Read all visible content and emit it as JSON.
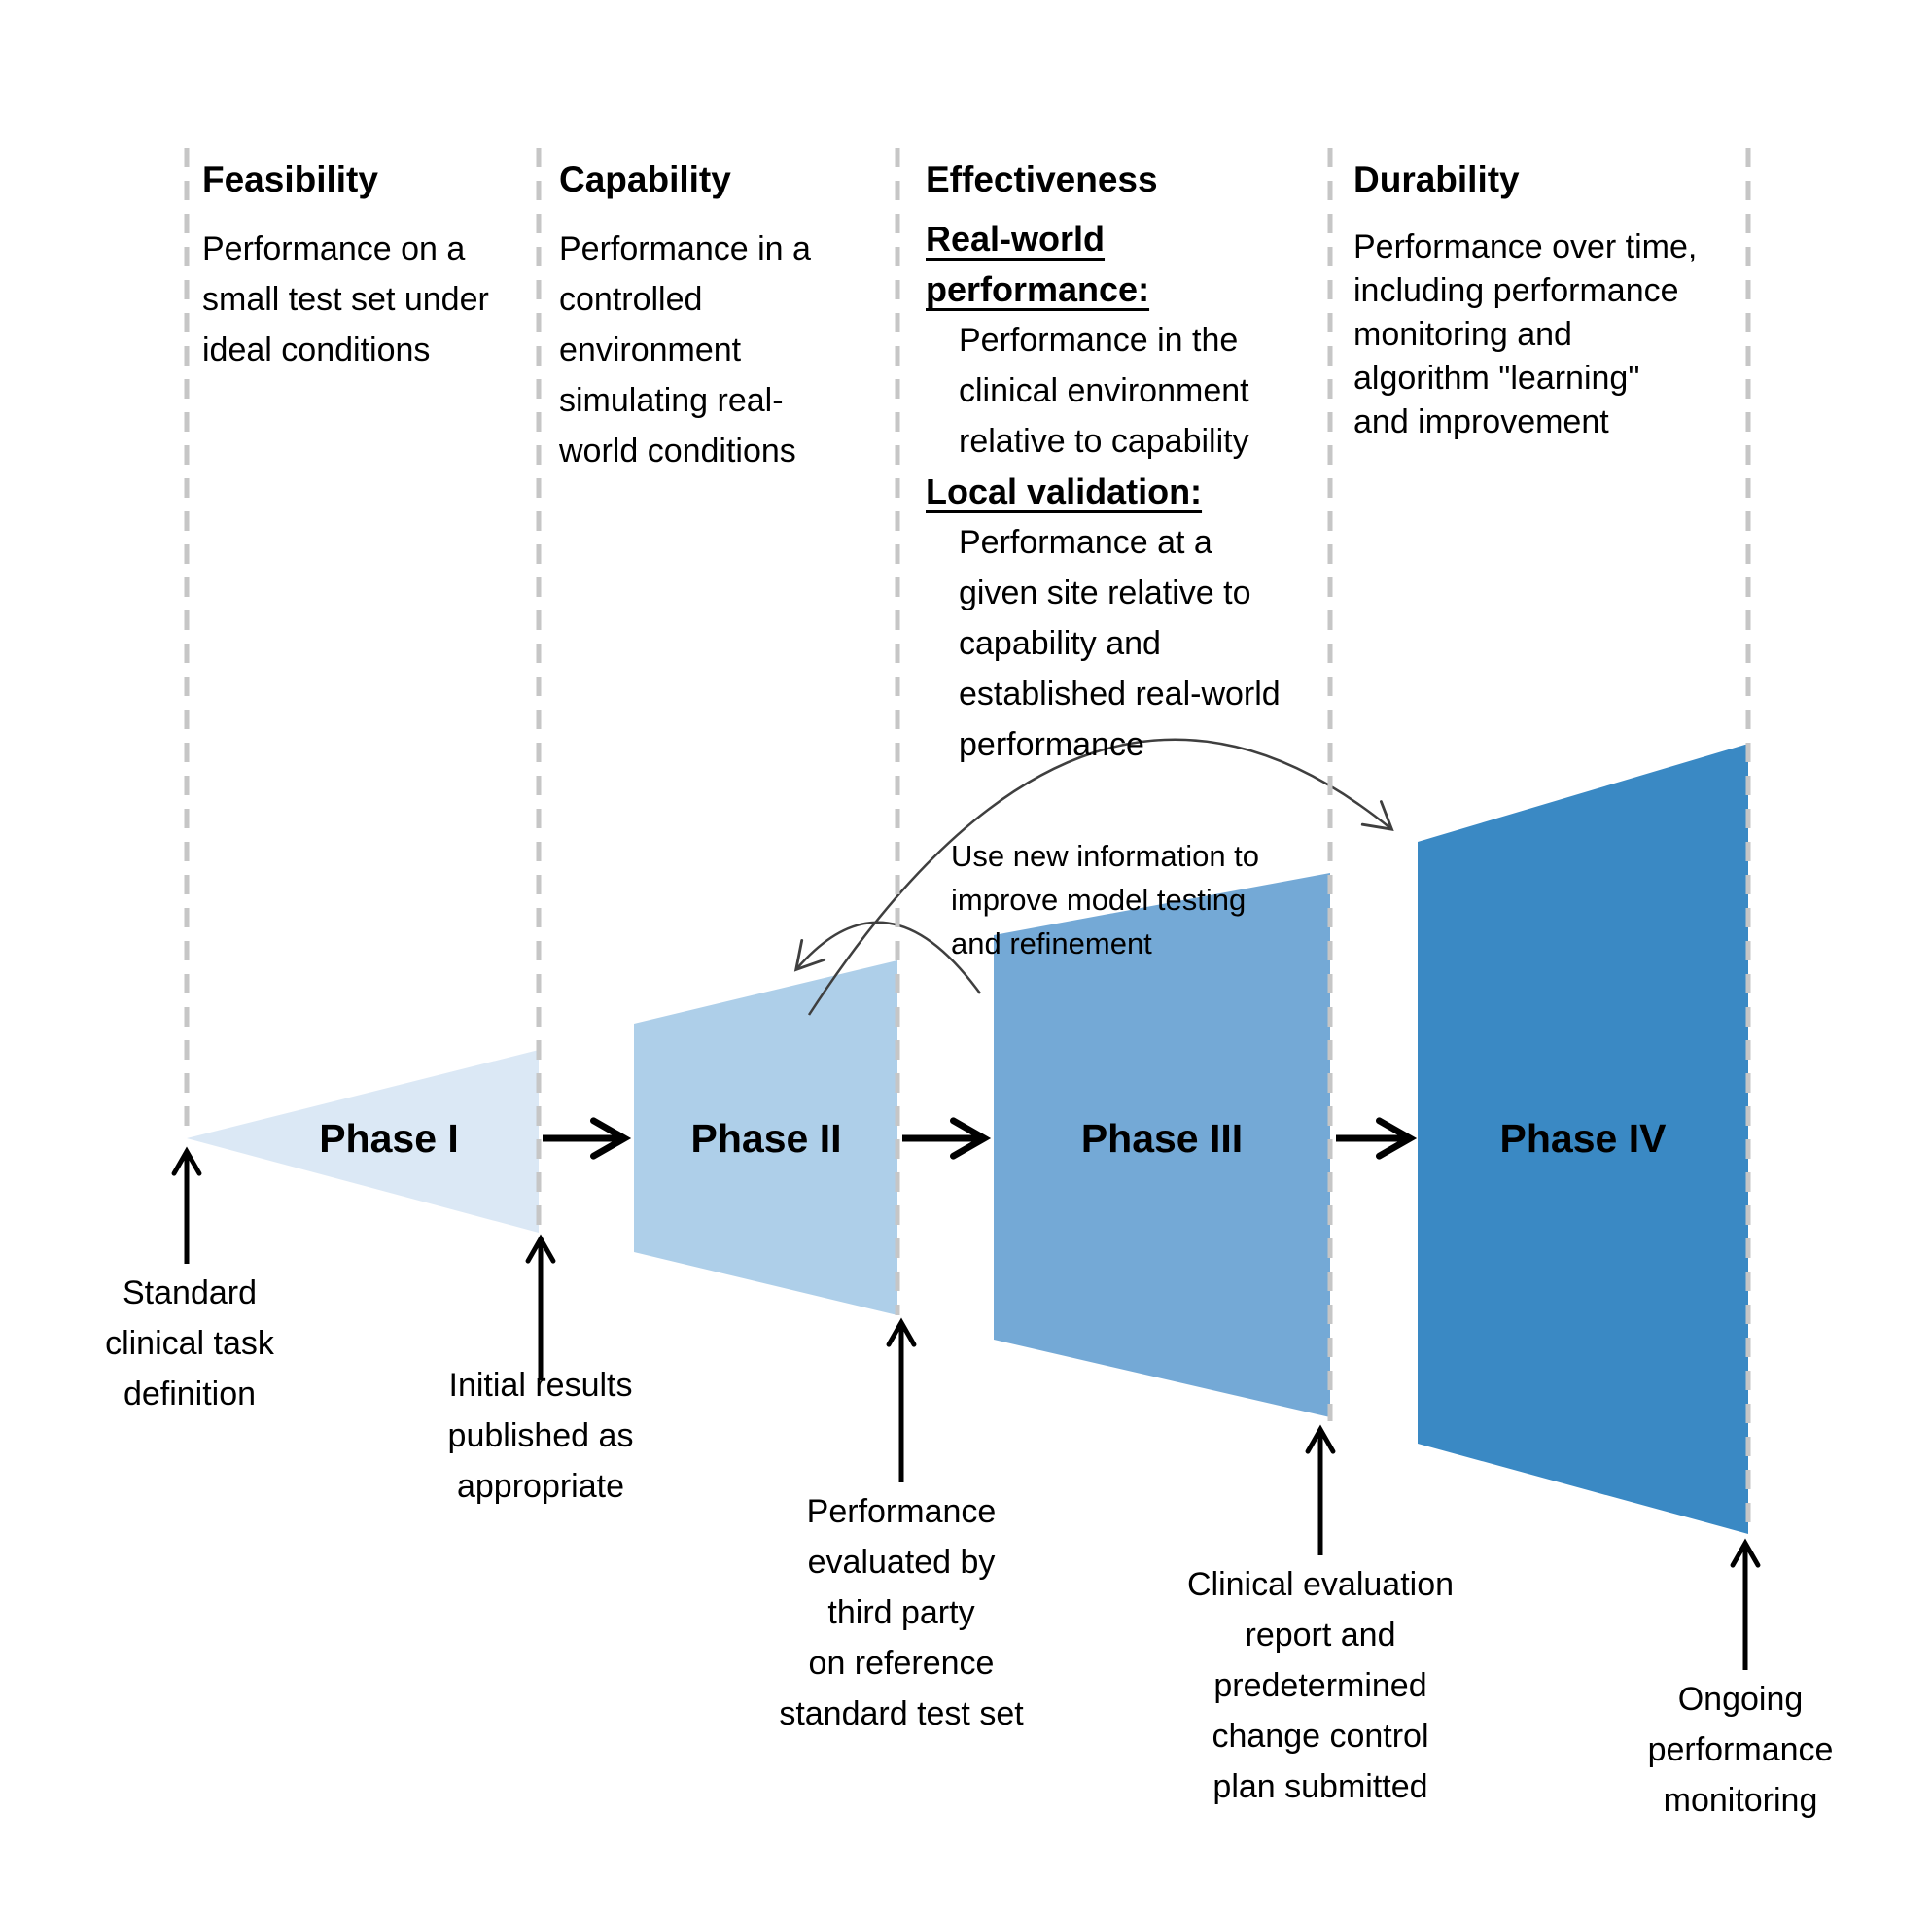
{
  "colors": {
    "dashed_line": "#c6c6c6",
    "arrow": "#000000",
    "loop_arrow": "#3f3f3f",
    "text": "#000000"
  },
  "stage_columns": [
    {
      "title": "Feasibility",
      "body": [
        "Performance on a",
        "small test set under",
        "ideal conditions"
      ]
    },
    {
      "title": "Capability",
      "body": [
        "Performance in a",
        "controlled",
        "environment",
        "simulating real-",
        "world conditions"
      ]
    },
    {
      "title": "Effectiveness",
      "real_world_heading": [
        "Real-world",
        "performance:"
      ],
      "real_world_body": [
        "Performance in the",
        "clinical environment",
        "relative to capability"
      ],
      "local_validation_heading": "Local validation:",
      "local_validation_body": [
        "Performance at a",
        "given site relative to",
        "capability and",
        "established real-world",
        "performance"
      ]
    },
    {
      "title": "Durability",
      "body": [
        "Performance over time,",
        "including performance",
        "monitoring and",
        "algorithm \"learning\"",
        "and improvement"
      ]
    }
  ],
  "phases": [
    {
      "label": "Phase I",
      "color": "#dbe8f5"
    },
    {
      "label": "Phase II",
      "color": "#aecfe9"
    },
    {
      "label": "Phase III",
      "color": "#74a9d6"
    },
    {
      "label": "Phase IV",
      "color": "#3a89c4"
    }
  ],
  "loop_note": [
    "Use new information to",
    "improve model testing",
    "and refinement"
  ],
  "milestones": [
    {
      "lines": [
        "Standard",
        "clinical task",
        "definition"
      ]
    },
    {
      "lines": [
        "Initial results",
        "published as",
        "appropriate"
      ]
    },
    {
      "lines": [
        "Performance",
        "evaluated by",
        "third party",
        "on reference",
        "standard test set"
      ]
    },
    {
      "lines": [
        "Clinical evaluation",
        "report and",
        "predetermined",
        "change control",
        "plan submitted"
      ]
    },
    {
      "lines": [
        "Ongoing",
        "performance",
        "monitoring"
      ]
    }
  ]
}
